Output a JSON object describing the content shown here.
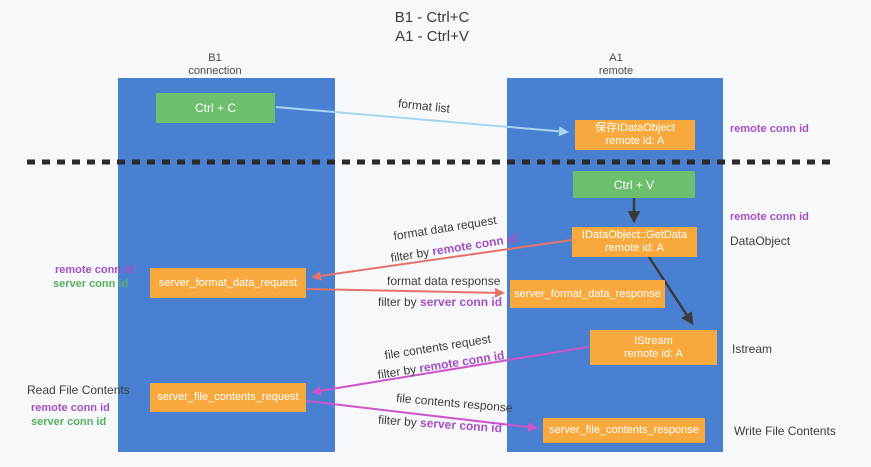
{
  "title": {
    "line1": "B1 - Ctrl+C",
    "line2": "A1 - Ctrl+V"
  },
  "lanes": {
    "left": {
      "name": "B1",
      "subtitle": "connection"
    },
    "right": {
      "name": "A1",
      "subtitle": "remote"
    }
  },
  "nodes": {
    "ctrl_c": {
      "label": "Ctrl + C"
    },
    "ctrl_v": {
      "label": "Ctrl + V"
    },
    "save_dataobject": {
      "line1": "保存IDataObject",
      "line2": "remote id: A"
    },
    "getdata": {
      "line1": "IDataObject::GetData",
      "line2": "remote id: A"
    },
    "istream": {
      "line1": "IStream",
      "line2": "remote id: A"
    },
    "server_format_data_request": {
      "label": "server_format_data_request"
    },
    "server_format_data_response": {
      "label": "server_format_data_response"
    },
    "server_file_contents_request": {
      "label": "server_file_contents_request"
    },
    "server_file_contents_response": {
      "label": "server_file_contents_response"
    }
  },
  "flows": {
    "format_list": {
      "label": "format list"
    },
    "format_data_request": {
      "label": "format data request",
      "filter_prefix": "filter by",
      "filter_key": "remote conn id"
    },
    "format_data_response": {
      "label": "format data response",
      "filter_prefix": "filter by",
      "filter_key": "server conn id"
    },
    "file_contents_request": {
      "label": "file contents request",
      "filter_prefix": "filter by",
      "filter_key": "remote conn id"
    },
    "file_contents_response": {
      "label": "file contents response",
      "filter_prefix": "filter by",
      "filter_key": "server conn id"
    }
  },
  "side_labels": {
    "left_top_remote": "remote conn id",
    "left_top_server": "server conn id",
    "left_read_file_contents": "Read File Contents",
    "left_bottom_remote": "remote conn id",
    "left_bottom_server": "server conn id",
    "right_top_remote": "remote conn id",
    "right_mid_remote": "remote conn id",
    "right_dataobject": "DataObject",
    "right_istream": "Istream",
    "right_write_file_contents": "Write File Contents"
  },
  "colors": {
    "lane_blue": "#4a80d2",
    "key_green": "#6dbf6e",
    "node_orange": "#f8a93e",
    "arrow_light_blue": "#a8d4f2",
    "arrow_salmon": "#e5736b",
    "arrow_magenta": "#cc55cc",
    "arrow_black": "#3a3a3a",
    "label_purple": "#a44fc4",
    "label_green": "#55b060",
    "text_dark": "#3c3c3c",
    "background": "#f7f8f9",
    "dashed_separator": "#2b2b2b"
  }
}
